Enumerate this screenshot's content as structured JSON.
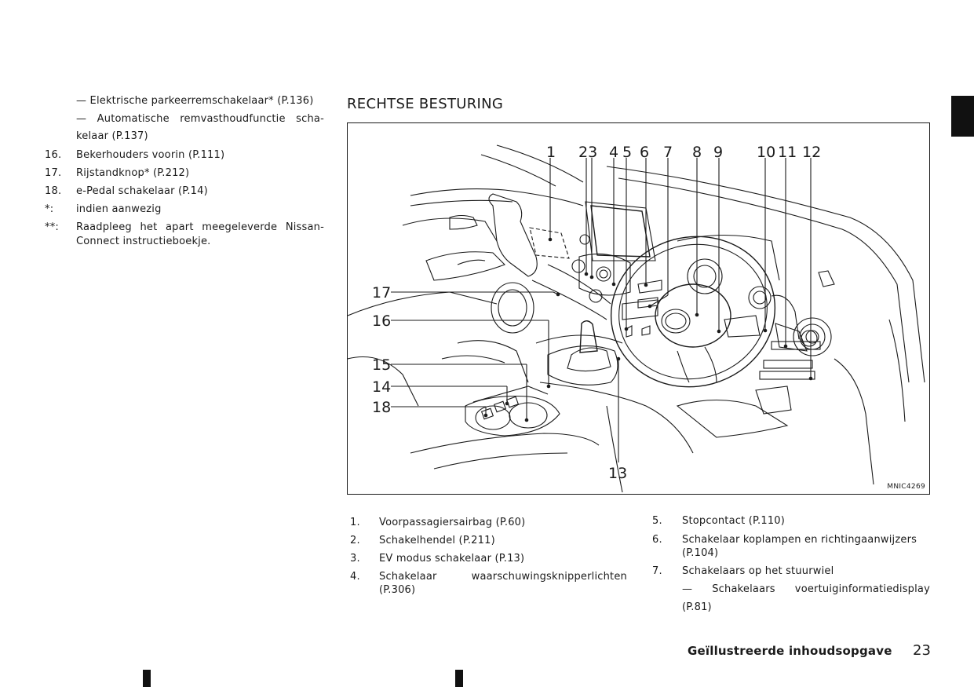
{
  "left_column": {
    "sub_items": [
      "— Elektrische parkeerremschakelaar* (P.136)",
      "— Automatische remvasthoudfunctie scha-",
      "kelaar (P.137)"
    ],
    "items": [
      {
        "num": "16.",
        "text": "Bekerhouders voorin (P.111)"
      },
      {
        "num": "17.",
        "text": "Rijstandknop* (P.212)"
      },
      {
        "num": "18.",
        "text": "e-Pedal schakelaar (P.14)"
      },
      {
        "num": "*:",
        "text": "indien aanwezig"
      },
      {
        "num": "**:",
        "text": "Raadpleeg het apart meegeleverde Nissan-",
        "text2": "Connect instructieboekje."
      }
    ]
  },
  "section_title": "RECHTSE BESTURING",
  "diagram": {
    "code": "MNIC4269",
    "callouts": [
      "1",
      "23",
      "4",
      "5",
      "6",
      "7",
      "8",
      "9",
      "10",
      "11",
      "12",
      "13",
      "14",
      "15",
      "16",
      "17",
      "18"
    ]
  },
  "legend_left": [
    {
      "num": "1.",
      "text": "Voorpassagiersairbag (P.60)"
    },
    {
      "num": "2.",
      "text": "Schakelhendel (P.211)"
    },
    {
      "num": "3.",
      "text": "EV modus schakelaar (P.13)"
    },
    {
      "num": "4.",
      "text": "Schakelaar waarschuwingsknipperlichten",
      "text2": "(P.306)"
    }
  ],
  "legend_right": [
    {
      "num": "5.",
      "text": "Stopcontact (P.110)"
    },
    {
      "num": "6.",
      "text": "Schakelaar koplampen en richtingaanwijzers",
      "text2": "(P.104)"
    },
    {
      "num": "7.",
      "text": "Schakelaars op het stuurwiel"
    },
    {
      "num": "",
      "text": "— Schakelaars voertuiginformatiedisplay",
      "text2": "(P.81)"
    }
  ],
  "footer": {
    "title": "Geïllustreerde inhoudsopgave",
    "page": "23"
  }
}
